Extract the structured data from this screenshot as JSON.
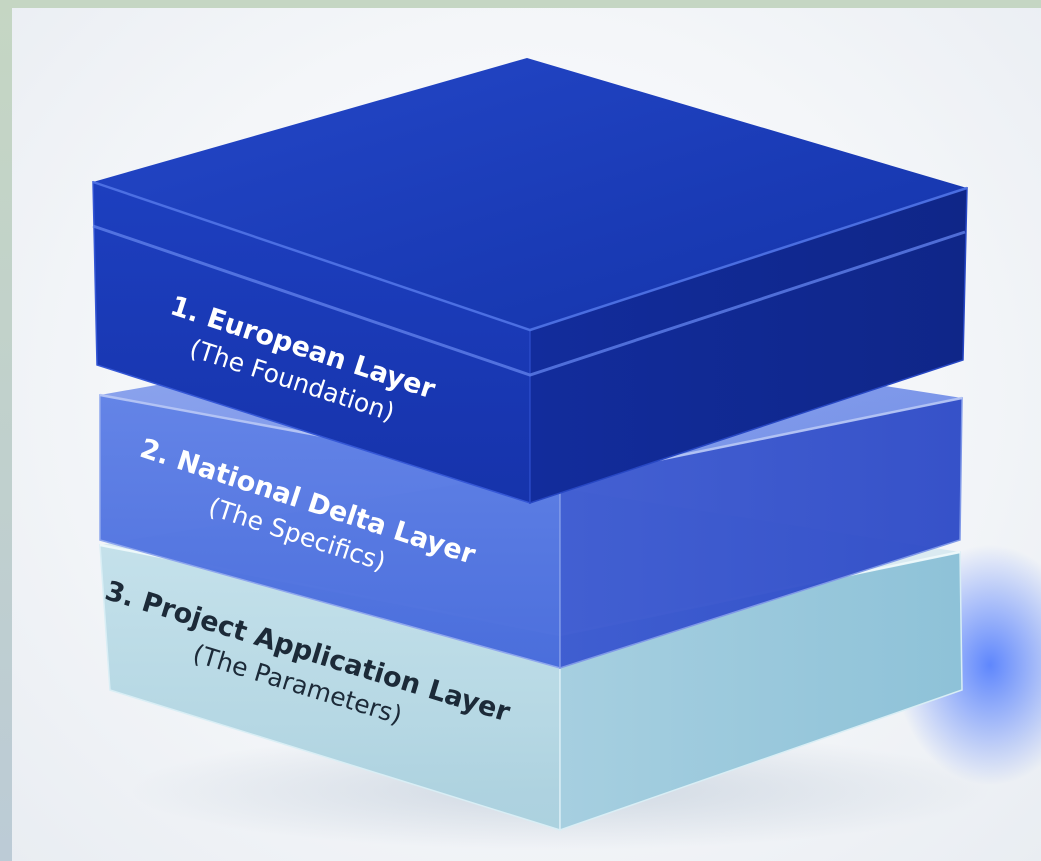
{
  "diagram": {
    "layers": [
      {
        "title": "1. European Layer",
        "subtitle": "(The Foundation)",
        "color": "#1a3cc0",
        "text_color": "#ffffff"
      },
      {
        "title": "2. National Delta Layer",
        "subtitle": "(The Specifics)",
        "color": "#3f63d8",
        "text_color": "#ffffff"
      },
      {
        "title": "3. Project Application Layer",
        "subtitle": "(The Parameters)",
        "color": "#a9d3e3",
        "text_color": "#1c2a38"
      }
    ]
  }
}
